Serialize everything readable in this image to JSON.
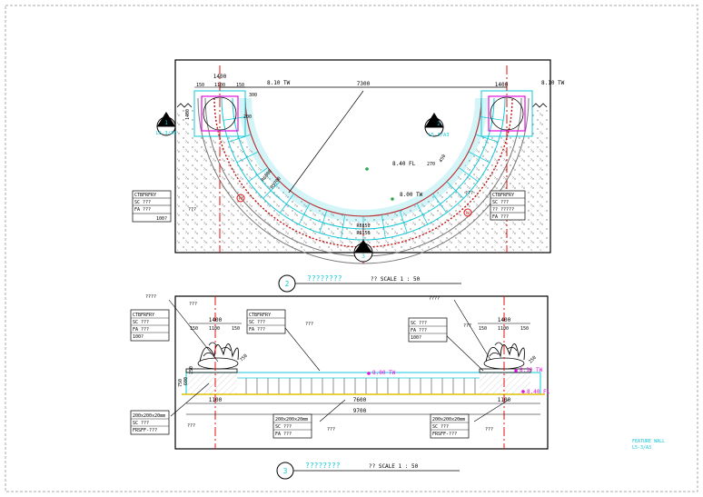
{
  "colors": {
    "outline": "#000000",
    "axis_red": "#e01010",
    "cyan": "#12c8d8",
    "magenta": "#e010e0",
    "blue": "#1a2ee0",
    "green": "#2aa84a",
    "yellow": "#e0c000",
    "gray": "#777777"
  },
  "plan": {
    "dims": {
      "overall_top": "7300",
      "left_1400": "1400",
      "left_150a": "150",
      "left_1100": "1100",
      "left_150b": "150",
      "right_1400": "1400",
      "d_300": "300",
      "d_200": "200",
      "d_1400v": "1400",
      "d_270": "270",
      "d_450": "450"
    },
    "levels": {
      "tw_left": "8.10 TW",
      "tw_right": "8.10 TW",
      "fl_center": "8.40 FL",
      "tw_inner": "8.00 TW"
    },
    "radii": {
      "r_inner_a": "R6000",
      "r_inner_b": "R5700",
      "r_outer_a": "R6850",
      "r_outer_b": "R6150"
    },
    "sections": {
      "left_code": "1",
      "left_ref": "L5-3/A3",
      "right_code": "2",
      "right_ref": "L5-3/A3",
      "bottom_code": "3"
    },
    "legend_left": {
      "title": "CTBFRFRY",
      "rows": [
        "SC    ???",
        "FA    ???",
        "100?"
      ]
    },
    "legend_right": {
      "title": "CTBFRFRY",
      "rows": [
        "SC    ???",
        "??    ?????",
        "FA    ???"
      ]
    },
    "notes": {
      "left": "???",
      "right": "???"
    }
  },
  "plan_title": {
    "number": "2",
    "name": "????????",
    "scale": "?? SCALE 1 : 50"
  },
  "elevation": {
    "dims": {
      "l_1400": "1400",
      "l_150a": "150",
      "l_1100": "1100",
      "l_150b": "150",
      "r_1400": "1400",
      "r_150a": "150",
      "r_1100": "1100",
      "r_150b": "150",
      "b_1100_l": "1100",
      "b_7600": "7600",
      "b_1100_r": "1100",
      "overall": "9700",
      "v_750": "750",
      "v_600": "600",
      "v_150": "150"
    },
    "levels": {
      "tw": "8.00 TW",
      "tw_right": "8.10 TW",
      "fl": "8.40 FL"
    },
    "markers": {
      "left_d": "750",
      "right_d": "250"
    },
    "notes": {
      "top_left": "????",
      "top_right": "????",
      "n1": "???",
      "n2": "???",
      "n3": "???",
      "n4": "???",
      "n5": "???",
      "n6": "???"
    },
    "legends": [
      {
        "title": "CTBFRFRY",
        "rows": [
          "SC   ???",
          "FA   ???",
          "100?"
        ]
      },
      {
        "title": "CTBFRFRY",
        "rows": [
          "SC   ???",
          "FA   ???"
        ]
      },
      {
        "title": "",
        "rows": [
          "SC   ???",
          "FA   ???",
          "100?"
        ]
      },
      {
        "title": "200x200x20mm",
        "rows": [
          "SC   ???",
          "FRSFF-???"
        ]
      },
      {
        "title": "200x200x20mm",
        "rows": [
          "SC   ???",
          "FA   ???"
        ]
      },
      {
        "title": "200x200x20mm",
        "rows": [
          "SC   ???",
          "FRSFF-???"
        ]
      }
    ]
  },
  "elev_title": {
    "number": "3",
    "name": "????????",
    "scale": "?? SCALE 1 : 50"
  },
  "corner_note": {
    "line1": "FEATURE    WALL",
    "line2": "L5-3/A3"
  }
}
